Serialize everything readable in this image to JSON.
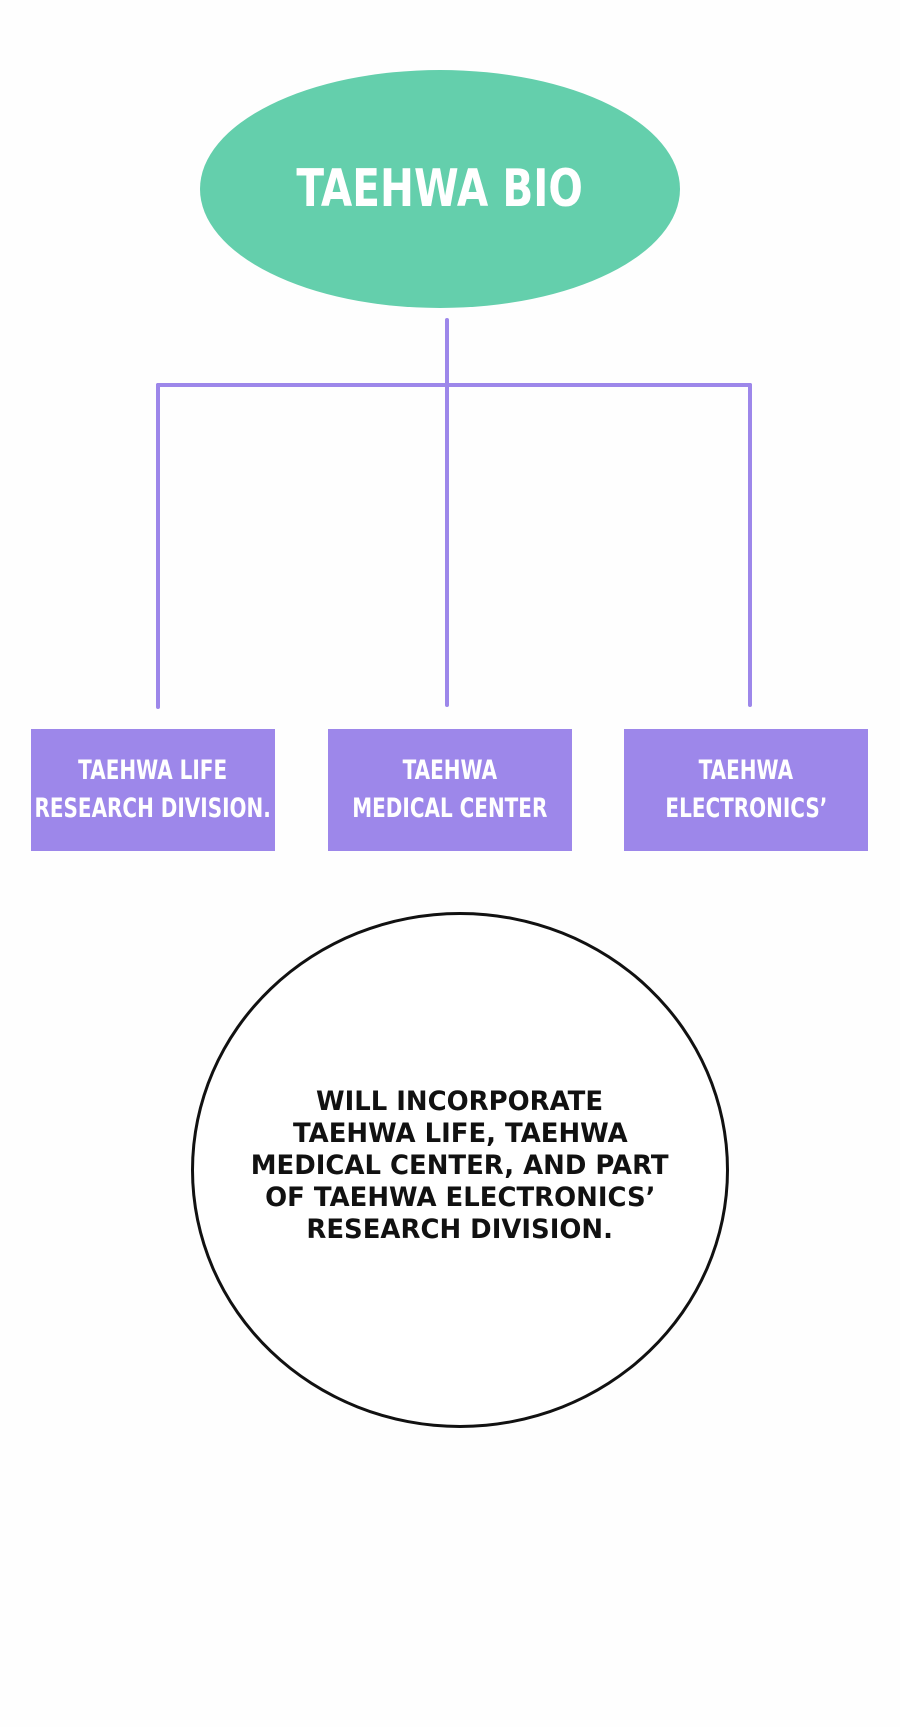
{
  "diagram": {
    "root": {
      "label": "TAEHWA BIO",
      "color": "#64cfac"
    },
    "connector_color": "#9d87ea",
    "children": [
      {
        "lines": [
          "TAEHWA LIFE",
          "RESEARCH DIVISION."
        ]
      },
      {
        "lines": [
          "TAEHWA",
          "MEDICAL CENTER"
        ]
      },
      {
        "lines": [
          "TAEHWA",
          "ELECTRONICS’"
        ]
      }
    ],
    "child_color": "#9d87ea"
  },
  "speech_bubble": {
    "lines": [
      "WILL INCORPORATE",
      "TAEHWA LIFE, TAEHWA",
      "MEDICAL CENTER, AND PART",
      "OF TAEHWA ELECTRONICS’",
      "RESEARCH DIVISION."
    ]
  }
}
